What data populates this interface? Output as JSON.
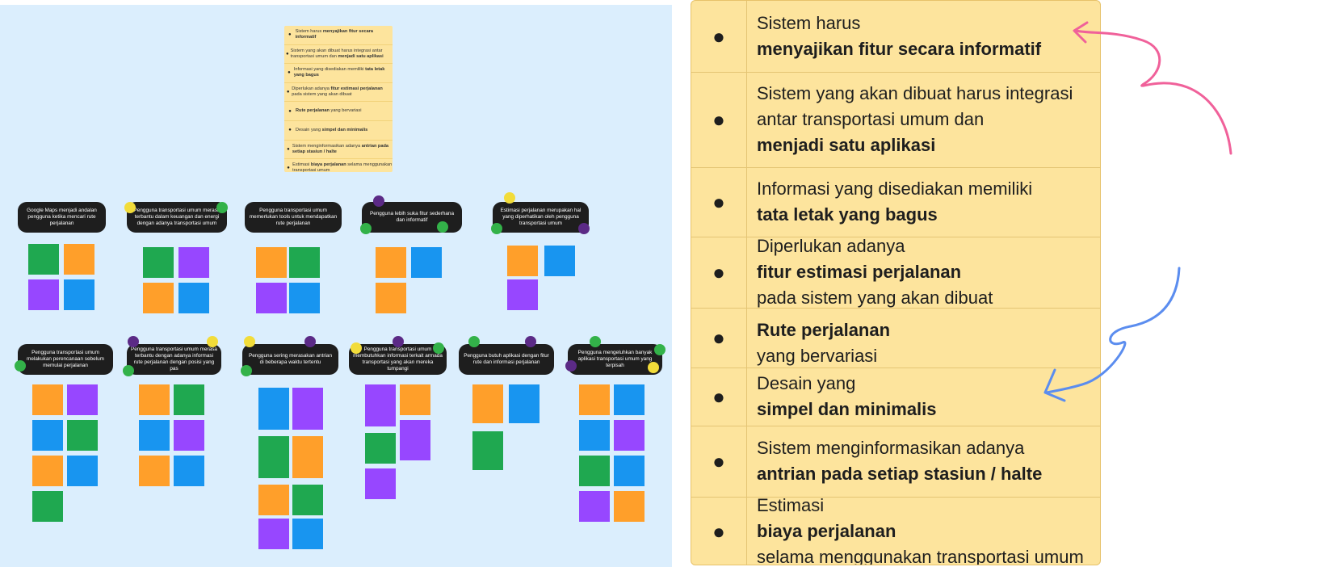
{
  "requirements": [
    [
      "Sistem harus ",
      "menyajikan fitur secara informatif",
      ""
    ],
    [
      "Sistem yang akan dibuat harus integrasi antar transportasi umum dan ",
      "menjadi satu aplikasi",
      ""
    ],
    [
      "Informasi yang disediakan memiliki ",
      "tata letak yang bagus",
      ""
    ],
    [
      "Diperlukan adanya ",
      "fitur estimasi perjalanan",
      " pada sistem yang akan dibuat"
    ],
    [
      "",
      "Rute perjalanan",
      " yang bervariasi"
    ],
    [
      "Desain yang ",
      "simpel dan minimalis",
      ""
    ],
    [
      "Sistem menginformasikan adanya ",
      "antrian pada setiap stasiun / halte",
      ""
    ],
    [
      "Estimasi ",
      "biaya perjalanan",
      " selama menggunakan transportasi umum"
    ]
  ],
  "clusters": [
    {
      "title": "Google Maps menjadi andalan pengguna ketika mencari rute perjalanan"
    },
    {
      "title": "Pengguna transportasi umum merasa terbantu dalam keuangan dan energi dengan adanya transportasi umum"
    },
    {
      "title": "Pengguna transportasi umum memerlukan tools untuk mendapatkan rute perjalanan"
    },
    {
      "title": "Pengguna lebih suka fitur sederhana dan informatif"
    },
    {
      "title": "Estimasi perjalanan merupakan hal yang diperhatikan oleh pengguna transportasi umum"
    },
    {
      "title": "Pengguna transportasi umum melakukan perencanaan sebelum memulai perjalanan"
    },
    {
      "title": "Pengguna transportasi umum merasa terbantu dengan adanya informasi rute perjalanan dengan posisi yang pas"
    },
    {
      "title": "Pengguna sering merasakan antrian di beberapa waktu tertentu"
    },
    {
      "title": "Pengguna transportasi umum membutuhkan informasi terkait armada transportasi yang akan mereka tumpangi"
    },
    {
      "title": "Pengguna butuh aplikasi dengan fitur rute dan informasi perjalanan"
    },
    {
      "title": "Pengguna mengeluhkan  banyak aplikasi transportasi umum yang terpisah"
    }
  ],
  "colors": {
    "board": "#dbeefd",
    "list_bg": "#fde49d",
    "header_bg": "#1e1e1e",
    "note_orange": "#ff9f2a",
    "note_green": "#1fa850",
    "note_purple": "#9747ff",
    "note_blue": "#1895f0",
    "arrow_pink": "#f0619a",
    "arrow_blue": "#5b8def"
  }
}
